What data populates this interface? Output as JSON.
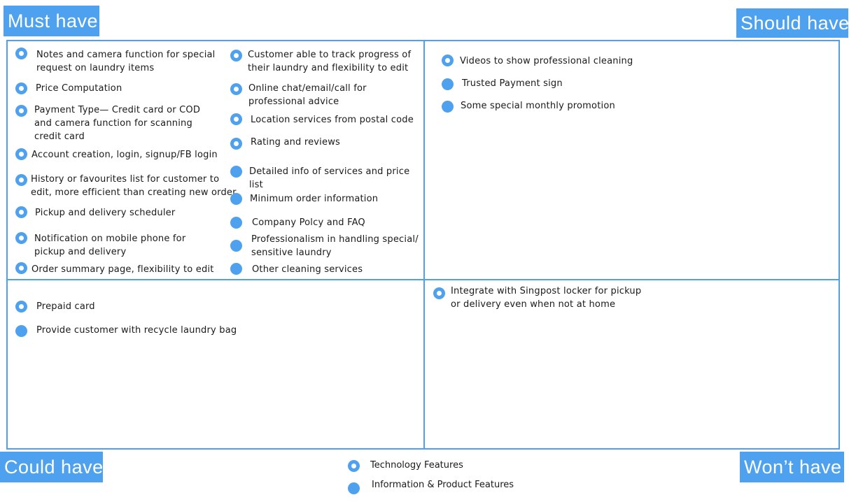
{
  "quadrant_labels": {
    "must": "Must have",
    "should": "Should have",
    "could": "Could have",
    "wont": "Won’t have"
  },
  "must_have": {
    "col1": [
      {
        "type": "tech",
        "text": "Notes and camera function for special\nrequest on laundry items"
      },
      {
        "type": "tech",
        "text": "Price Computation"
      },
      {
        "type": "tech",
        "text": "Payment Type— Credit card or COD\nand camera function for scanning\ncredit card"
      },
      {
        "type": "tech",
        "text": "Account creation, login, signup/FB login"
      },
      {
        "type": "tech",
        "text": "History or favourites list for customer to\nedit, more efficient than creating new order"
      },
      {
        "type": "tech",
        "text": "Pickup and delivery scheduler"
      },
      {
        "type": "tech",
        "text": "Notification on mobile phone for\npickup and delivery"
      },
      {
        "type": "tech",
        "text": "Order summary page, flexibility to edit"
      }
    ],
    "col2": [
      {
        "type": "tech",
        "text": "Customer able to track progress of\ntheir laundry and flexibility to edit"
      },
      {
        "type": "tech",
        "text": "Online chat/email/call for\nprofessional advice"
      },
      {
        "type": "tech",
        "text": "Location services from postal code"
      },
      {
        "type": "tech",
        "text": "Rating and reviews"
      },
      {
        "type": "info",
        "text": "Detailed info of services and price\nlist"
      },
      {
        "type": "info",
        "text": "Minimum order information"
      },
      {
        "type": "info",
        "text": "Company Polcy and FAQ"
      },
      {
        "type": "info",
        "text": "Professionalism in handling special/\nsensitive laundry"
      },
      {
        "type": "info",
        "text": "Other cleaning services"
      }
    ]
  },
  "should_have": [
    {
      "type": "tech",
      "text": "Videos to show professional cleaning"
    },
    {
      "type": "info",
      "text": "Trusted Payment sign"
    },
    {
      "type": "info",
      "text": "Some special monthly promotion"
    }
  ],
  "could_have": [
    {
      "type": "tech",
      "text": "Prepaid card"
    },
    {
      "type": "info",
      "text": "Provide customer with recycle laundry bag"
    }
  ],
  "wont_have": [
    {
      "type": "tech",
      "text": "Integrate with Singpost locker for pickup\nor delivery even when not at home"
    }
  ],
  "legend": {
    "tech": "Technology Features",
    "info": "Information & Product Features"
  },
  "colors": {
    "accent": "#4ea1ee"
  }
}
